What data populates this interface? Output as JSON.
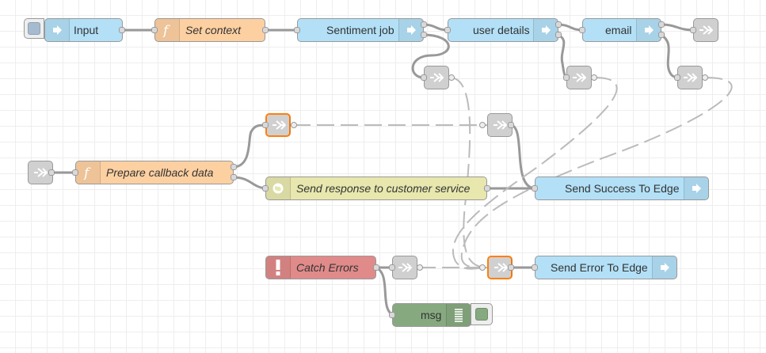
{
  "colors": {
    "link_node": "#dddddd",
    "http_node": "#b3e0f7",
    "function_node": "#fdd0a2",
    "http_response_node": "#e7e7ae",
    "catch_node": "#e08a8a",
    "debug_node": "#87a980",
    "inject_node": "#b3e0f7",
    "selected_border": "#ff7f0e",
    "wire": "#999999"
  },
  "nodes": {
    "input": {
      "label": "Input",
      "icon": "arrow-in-icon"
    },
    "set_context": {
      "label": "Set context",
      "icon": "function-icon"
    },
    "sentiment_job": {
      "label": "Sentiment job",
      "icon": "arrow-in-icon"
    },
    "user_details": {
      "label": "user details",
      "icon": "arrow-in-icon"
    },
    "email": {
      "label": "email",
      "icon": "arrow-in-icon"
    },
    "prepare_callback": {
      "label": "Prepare callback data",
      "icon": "function-icon"
    },
    "send_response": {
      "label": "Send response to customer service",
      "icon": "globe-icon"
    },
    "send_success": {
      "label": "Send Success To Edge",
      "icon": "arrow-in-icon"
    },
    "catch_errors": {
      "label": "Catch Errors",
      "icon": "exclamation-icon"
    },
    "send_error": {
      "label": "Send Error To Edge",
      "icon": "arrow-in-icon"
    },
    "msg_debug": {
      "label": "msg",
      "icon": "list-icon"
    }
  }
}
